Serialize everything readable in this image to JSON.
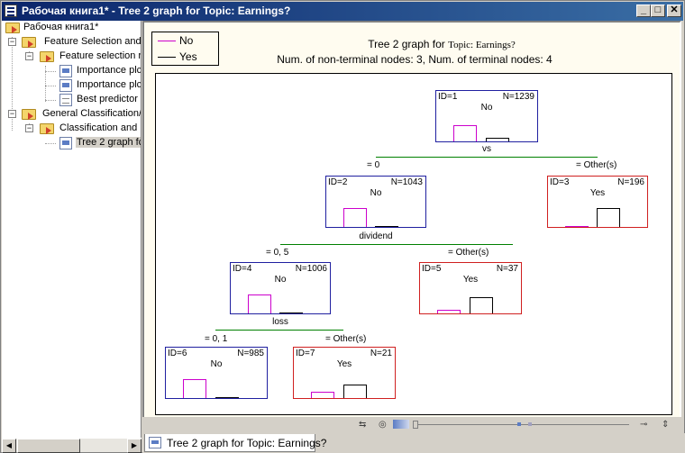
{
  "window": {
    "title": "Рабочая книга1* - Tree 2 graph for Topic: Earnings?",
    "minimize_label": "_",
    "maximize_label": "□",
    "close_label": "✕"
  },
  "tree": {
    "root": "Рабочая книга1*",
    "items": [
      {
        "label": "Feature Selection and"
      },
      {
        "label": "Feature selection r"
      },
      {
        "label": "Importance plc"
      },
      {
        "label": "Importance plc"
      },
      {
        "label": "Best predictor"
      },
      {
        "label": "General Classification/F"
      },
      {
        "label": "Classification and F"
      },
      {
        "label": "Tree 2 graph fc"
      }
    ]
  },
  "chart": {
    "title_prefix": "Tree 2 graph for ",
    "title_topic": "Topic: Earnings?",
    "subtitle": "Num. of non-terminal nodes: 3,  Num. of terminal nodes: 4",
    "legend": [
      {
        "name": "No",
        "color": "#cc00cc"
      },
      {
        "name": "Yes",
        "color": "#000000"
      }
    ]
  },
  "chart_data": {
    "type": "tree",
    "title": "Tree 2 graph for Topic: Earnings?",
    "subtitle": "Num. of non-terminal nodes: 3,  Num. of terminal nodes: 4",
    "legend": [
      "No",
      "Yes"
    ],
    "nodes": [
      {
        "id_label": "ID=1",
        "n_label": "N=1239",
        "class": "No",
        "no_frac": 0.84,
        "yes_frac": 0.16,
        "split_var": "vs",
        "left_branch": "= 0",
        "right_branch": "= Other(s)"
      },
      {
        "id_label": "ID=2",
        "n_label": "N=1043",
        "class": "No",
        "no_frac": 0.96,
        "yes_frac": 0.04,
        "split_var": "dividend",
        "left_branch": "= 0, 5",
        "right_branch": "= Other(s)"
      },
      {
        "id_label": "ID=3",
        "n_label": "N=196",
        "class": "Yes",
        "no_frac": 0.05,
        "yes_frac": 0.95
      },
      {
        "id_label": "ID=4",
        "n_label": "N=1006",
        "class": "No",
        "no_frac": 0.97,
        "yes_frac": 0.03,
        "split_var": "loss",
        "left_branch": "= 0, 1",
        "right_branch": "= Other(s)"
      },
      {
        "id_label": "ID=5",
        "n_label": "N=37",
        "class": "Yes",
        "no_frac": 0.2,
        "yes_frac": 0.8
      },
      {
        "id_label": "ID=6",
        "n_label": "N=985",
        "class": "No",
        "no_frac": 0.97,
        "yes_frac": 0.03
      },
      {
        "id_label": "ID=7",
        "n_label": "N=21",
        "class": "Yes",
        "no_frac": 0.3,
        "yes_frac": 0.7
      }
    ]
  },
  "tab": {
    "label": "Tree 2 graph for Topic: Earnings?"
  },
  "colors": {
    "no_class": "#2020a0",
    "yes_class": "#d02020",
    "split_line": "#008000"
  }
}
